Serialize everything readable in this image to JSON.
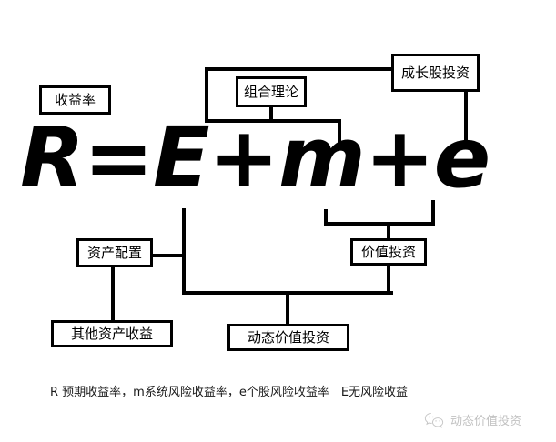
{
  "diagram": {
    "title_box": {
      "label": "收益率"
    },
    "formula": {
      "text": "R=E+m+e"
    },
    "nodes": [
      {
        "id": "portfolio-theory",
        "label": "组合理论"
      },
      {
        "id": "growth-stock",
        "label": "成长股投资"
      },
      {
        "id": "asset-allocation",
        "label": "资产配置"
      },
      {
        "id": "value-investing",
        "label": "价值投资"
      },
      {
        "id": "other-asset-return",
        "label": "其他资产收益"
      },
      {
        "id": "dynamic-value",
        "label": "动态价值投资"
      }
    ],
    "caption": "R 预期收益率，m系统风险收益率，e个股风险收益率　E无风险收益",
    "watermark": {
      "icon": "wechat-icon",
      "label": "动态价值投资"
    },
    "colors": {
      "stroke": "#000000",
      "background": "#ffffff",
      "caption_text": "#1a1a1a",
      "watermark_text": "#5f5f5f"
    }
  }
}
